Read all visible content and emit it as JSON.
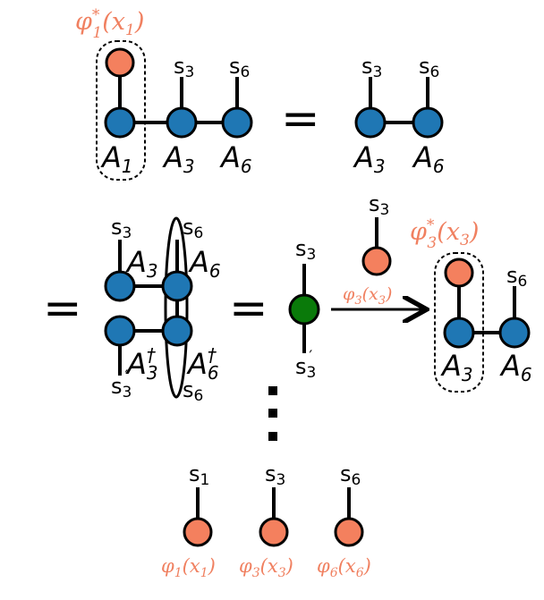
{
  "colors": {
    "site_node": "#1f77b4",
    "basis_node": "#f4805e",
    "contracted_node": "#0a7a0a",
    "annotation": "#f08060",
    "line": "#000000"
  },
  "row1": {
    "phi_label": {
      "base": "φ",
      "sup": "*",
      "sub": "1",
      "arg": "(x",
      "argsub": "1",
      "close": ")"
    },
    "site_labels": [
      "A",
      "A",
      "A"
    ],
    "site_subs": [
      "1",
      "3",
      "6"
    ],
    "physical_labels": [
      "s",
      "s"
    ],
    "physical_subs": [
      "3",
      "6"
    ],
    "equals": "="
  },
  "row1_rhs": {
    "site_labels": [
      "A",
      "A"
    ],
    "site_subs": [
      "3",
      "6"
    ],
    "physical_labels": [
      "s",
      "s"
    ],
    "physical_subs": [
      "3",
      "6"
    ]
  },
  "row2": {
    "equals_left": "=",
    "equals_mid": "=",
    "top_labels": [
      "A",
      "A"
    ],
    "top_subs": [
      "3",
      "6"
    ],
    "bottom_labels": [
      "A",
      "A"
    ],
    "bottom_subs": [
      "3",
      "6"
    ],
    "dagger": "†",
    "phys_top": [
      "s",
      "s"
    ],
    "phys_top_subs": [
      "3",
      "6"
    ],
    "phys_bottom": [
      "s",
      "s"
    ],
    "phys_bottom_subs": [
      "3",
      "6"
    ],
    "prime": "′",
    "green_top": {
      "label": "s",
      "sub": "3"
    },
    "green_bottom": {
      "label": "s",
      "sub": "3",
      "prime": "′"
    },
    "arrow_label": {
      "base": "φ",
      "sub": "3",
      "arg": "(x",
      "argsub": "3",
      "close": ")"
    },
    "basis_phys": {
      "label": "s",
      "sub": "3"
    },
    "result_phi": {
      "base": "φ",
      "sup": "*",
      "sub": "3",
      "arg": "(x",
      "argsub": "3",
      "close": ")"
    },
    "result_sites": [
      "A",
      "A"
    ],
    "result_subs": [
      "3",
      "6"
    ],
    "result_phys": {
      "label": "s",
      "sub": "6"
    }
  },
  "row3": {
    "phys_labels": [
      "s",
      "s",
      "s"
    ],
    "phys_subs": [
      "1",
      "3",
      "6"
    ],
    "phi_labels": [
      {
        "base": "φ",
        "sub": "1",
        "arg": "(x",
        "argsub": "1",
        "close": ")"
      },
      {
        "base": "φ",
        "sub": "3",
        "arg": "(x",
        "argsub": "3",
        "close": ")"
      },
      {
        "base": "φ",
        "sub": "6",
        "arg": "(x",
        "argsub": "6",
        "close": ")"
      }
    ]
  }
}
